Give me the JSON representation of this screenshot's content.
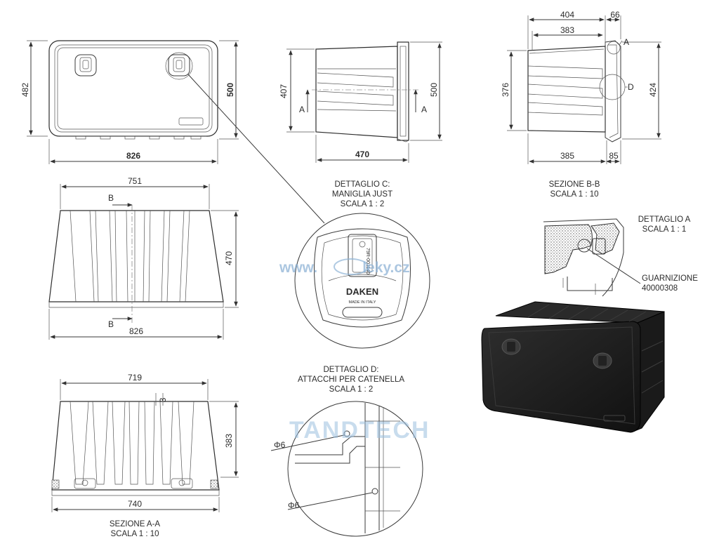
{
  "front_view": {
    "width": "826",
    "height": "482",
    "overall_height": "500"
  },
  "side_view": {
    "depth": "470",
    "body_height": "407",
    "overall_height": "500",
    "section_mark": "A"
  },
  "section_bb": {
    "width_outer": "404",
    "width_inner": "383",
    "lid": "66",
    "height_left": "376",
    "height_right": "424",
    "bottom_left": "385",
    "bottom_right": "85",
    "mark_a": "A",
    "mark_d": "D",
    "caption_1": "SEZIONE B-B",
    "caption_2": "SCALA 1 : 10"
  },
  "top_view": {
    "width_top": "751",
    "width_bottom": "826",
    "depth": "470",
    "section_mark": "B"
  },
  "section_aa": {
    "width_top": "719",
    "width_bottom": "740",
    "height": "383",
    "wall": "3",
    "caption_1": "SEZIONE A-A",
    "caption_2": "SCALA 1 : 10"
  },
  "detail_c": {
    "caption_1": "DETTAGLIO C:",
    "caption_2": "MANIGLIA JUST",
    "caption_3": "SCALA 1 : 2",
    "brand": "DAKEN",
    "made_in": "MADE IN ITALY",
    "part_no": "79R-001140"
  },
  "detail_d": {
    "caption_1": "DETTAGLIO D:",
    "caption_2": "ATTACCHI PER CATENELLA",
    "caption_3": "SCALA 1 : 2",
    "hole_1": "Φ6",
    "hole_2": "Φ6"
  },
  "detail_a": {
    "caption_1": "DETTAGLIO A",
    "caption_2": "SCALA 1 : 1",
    "seal_label": "GUARNIZIONE",
    "seal_code": "40000308"
  },
  "watermarks": {
    "site": "www.           leky.cz",
    "brand": "TANDTECH"
  },
  "colors": {
    "line": "#2d2d2d",
    "watermark": "#8fb4d6",
    "box_render": "#1c1c1c"
  }
}
